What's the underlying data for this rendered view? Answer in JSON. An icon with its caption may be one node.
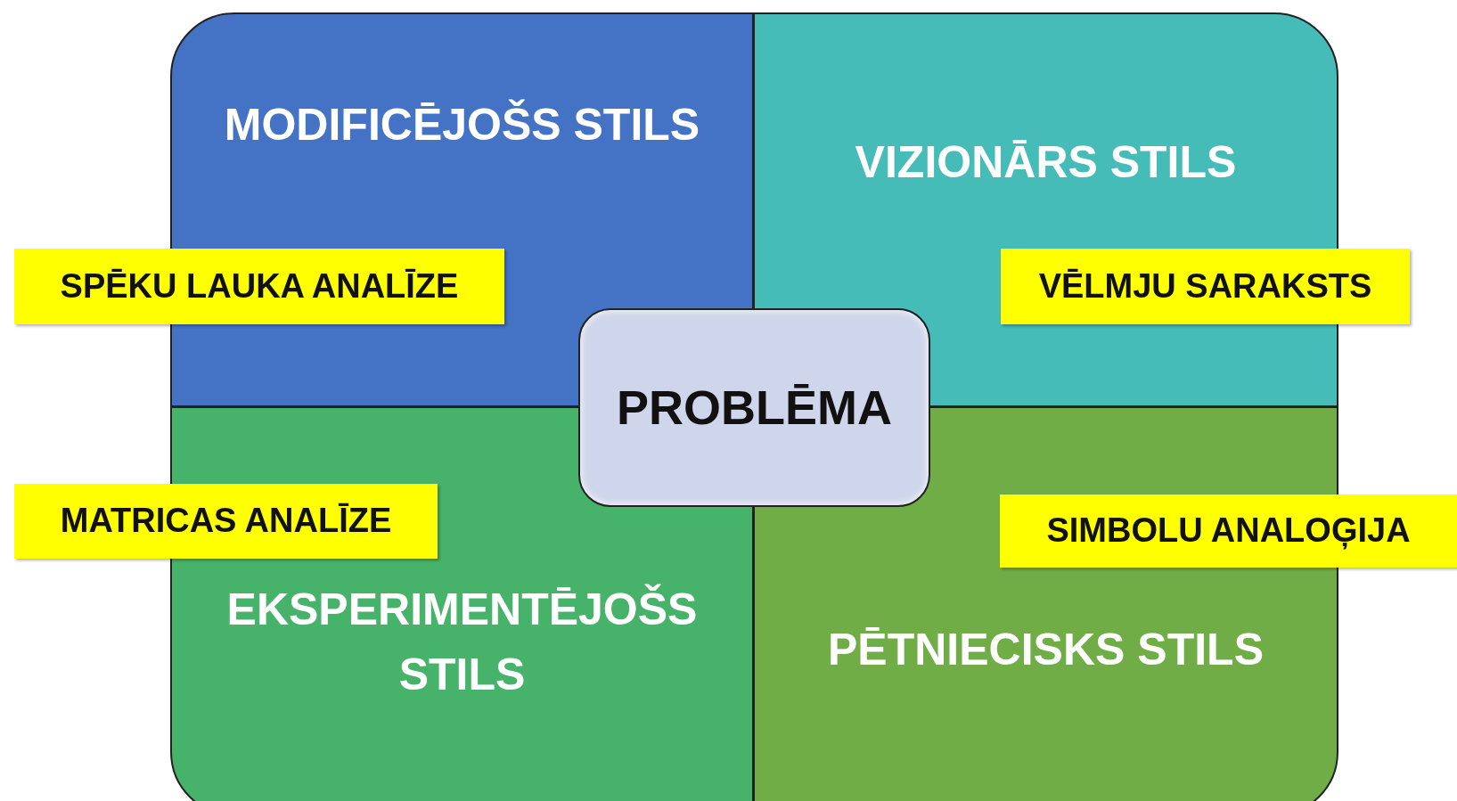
{
  "diagram": {
    "nodes": [
      {
        "text": [
          "MODIFICĒJOŠS STILS"
        ]
      },
      {
        "text": [
          "VIZIONĀRS STILS"
        ]
      },
      {
        "text": [
          "EKSPERIMENTĒJOŠS STILS"
        ]
      },
      {
        "text": [
          "PĒTNIECISKS STILS"
        ]
      },
      {
        "text": [
          "PROBLĒMA"
        ]
      },
      {
        "text": [
          "SPĒKU LAUKA ANALĪZE"
        ]
      },
      {
        "text": [
          "VĒLMJU SARAKSTS"
        ]
      },
      {
        "text": [
          "MATRICAS ANALĪZE"
        ]
      },
      {
        "text": [
          "SIMBOLU ANALOĢIJA"
        ]
      }
    ]
  }
}
